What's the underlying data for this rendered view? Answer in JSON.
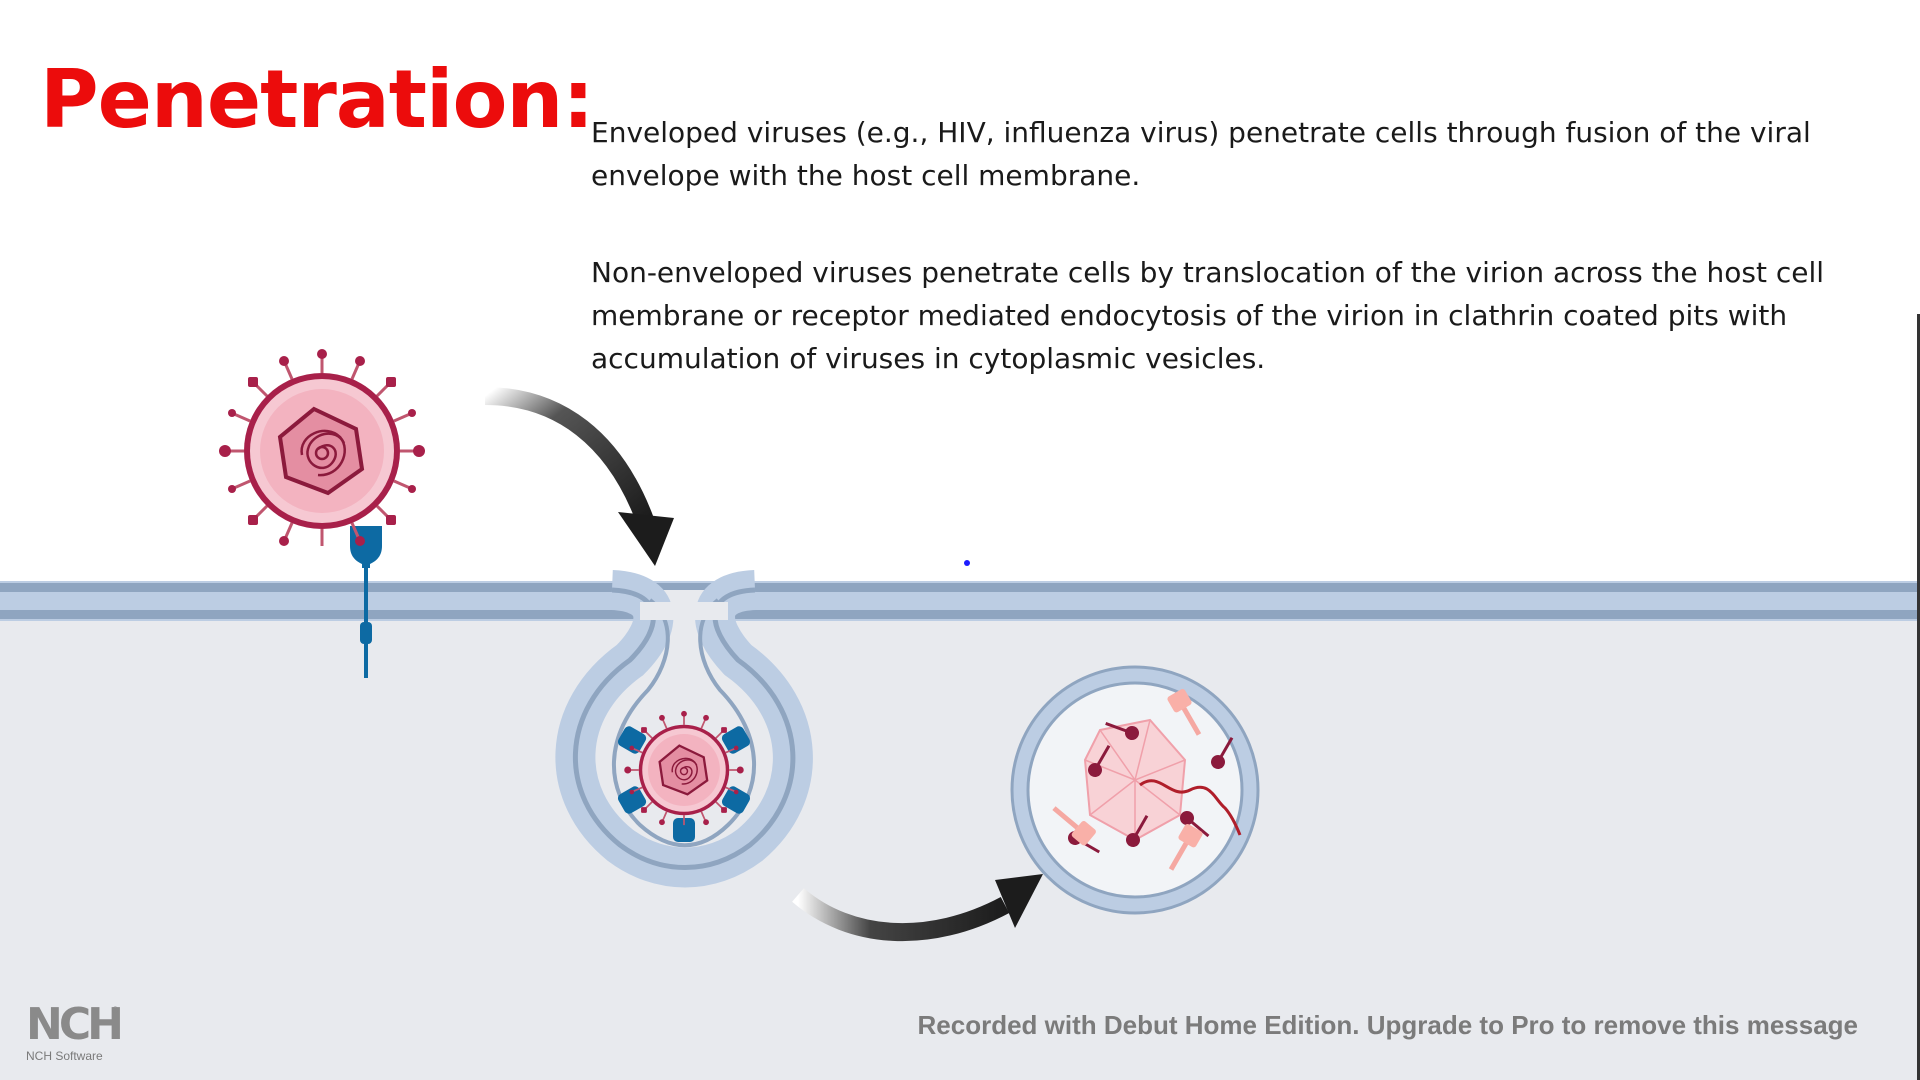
{
  "slide": {
    "title": "Penetration:",
    "paragraph1": "Enveloped viruses (e.g., HIV, influenza virus) penetrate cells through fusion of the viral envelope with the host cell membrane.",
    "paragraph2": "Non-enveloped viruses penetrate cells by translocation of the virion across the host cell membrane or receptor mediated endocytosis of the virion in clathrin coated pits with accumulation of viruses in cytoplasmic vesicles."
  },
  "watermark": {
    "text": "Recorded with Debut Home Edition. Upgrade to Pro to remove this message",
    "logo_mark": "NCH",
    "logo_sub": "NCH Software"
  },
  "colors": {
    "title": "#ec0c0c",
    "membrane": "#a3b5cc",
    "cytoplasm": "#e8eaee",
    "virus_outer": "#a8204a",
    "virus_fill": "#f3b3c0",
    "receptor": "#0d6aa3",
    "arrow": "#1c1c1c"
  },
  "icons": {
    "arrow_1": "curved-arrow-down",
    "arrow_2": "curved-arrow-right"
  }
}
